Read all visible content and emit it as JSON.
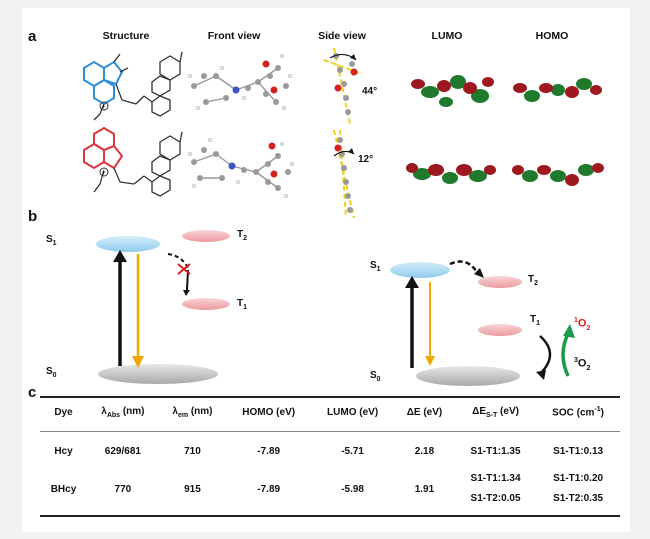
{
  "panel_a": {
    "label": "a",
    "columns": [
      "Structure",
      "Front view",
      "Side view",
      "LUMO",
      "HOMO"
    ],
    "angles": [
      "44°",
      "12°"
    ]
  },
  "panel_b": {
    "label": "b",
    "left": {
      "s1": "S",
      "t2": "T",
      "t1": "T",
      "s0": "S"
    },
    "right": {
      "s1": "S",
      "t2": "T",
      "t1": "T",
      "s0": "S",
      "singlet_o2": "O",
      "triplet_o2": "O"
    },
    "colors": {
      "s1": "#a9d8f0",
      "t": "#f2a9ac",
      "s0": "#bdbdbd",
      "emission": "#f0a800",
      "singlet_o2": "#d81b1b",
      "arrow_green": "#1a9a4a"
    }
  },
  "panel_c": {
    "label": "c",
    "headers": [
      "Dye",
      "λAbs (nm)",
      "λem (nm)",
      "HOMO (eV)",
      "LUMO (eV)",
      "ΔE (eV)",
      "ΔES-T (eV)",
      "SOC (cm⁻¹)"
    ],
    "rows": [
      {
        "dye": "Hcy",
        "abs": "629/681",
        "em": "710",
        "homo": "-7.89",
        "lumo": "-5.71",
        "de": "2.18",
        "dest": [
          "S1-T1:1.35"
        ],
        "soc": [
          "S1-T1:0.13"
        ]
      },
      {
        "dye": "BHcy",
        "abs": "770",
        "em": "915",
        "homo": "-7.89",
        "lumo": "-5.98",
        "de": "1.91",
        "dest": [
          "S1-T1:1.34",
          "S1-T2:0.05"
        ],
        "soc": [
          "S1-T1:0.20",
          "S1-T2:0.35"
        ]
      }
    ]
  }
}
